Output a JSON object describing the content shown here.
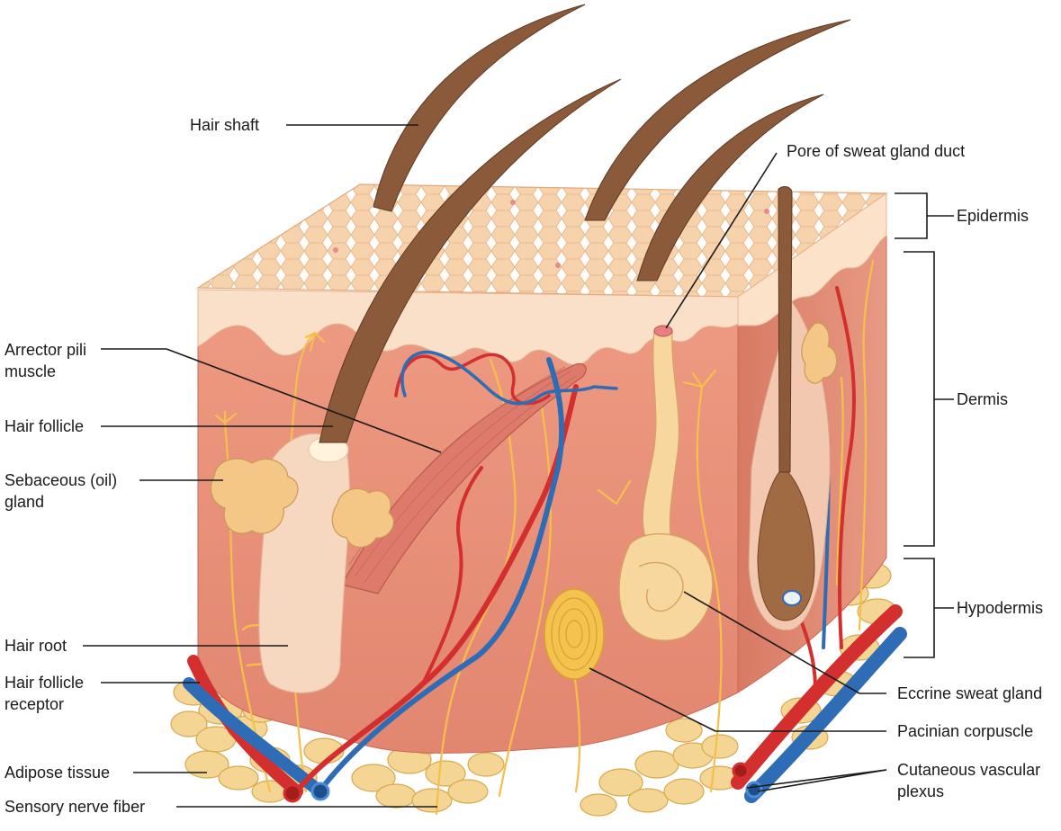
{
  "labels": {
    "hair_shaft": "Hair shaft",
    "pore": "Pore of sweat gland duct",
    "epidermis": "Epidermis",
    "dermis": "Dermis",
    "hypodermis": "Hypodermis",
    "arrector_1": "Arrector pili",
    "arrector_2": "muscle",
    "hair_follicle": "Hair follicle",
    "sebaceous_1": "Sebaceous (oil)",
    "sebaceous_2": "gland",
    "hair_root": "Hair root",
    "receptor_1": "Hair follicle",
    "receptor_2": "receptor",
    "adipose": "Adipose tissue",
    "sensory": "Sensory nerve fiber",
    "eccrine": "Eccrine sweat gland",
    "pacinian": "Pacinian corpuscle",
    "vascular_1": "Cutaneous vascular",
    "vascular_2": "plexus"
  },
  "colors": {
    "epidermis_surface": "#f7d6b4",
    "epidermis_layer": "#f9dcc0",
    "dermis": "#e9907a",
    "dermis_side": "#d97b66",
    "fat": "#f5d593",
    "artery": "#d32f2f",
    "vein": "#2e6db5",
    "nerve": "#f5c04a",
    "hair": "#8a5a3a"
  }
}
